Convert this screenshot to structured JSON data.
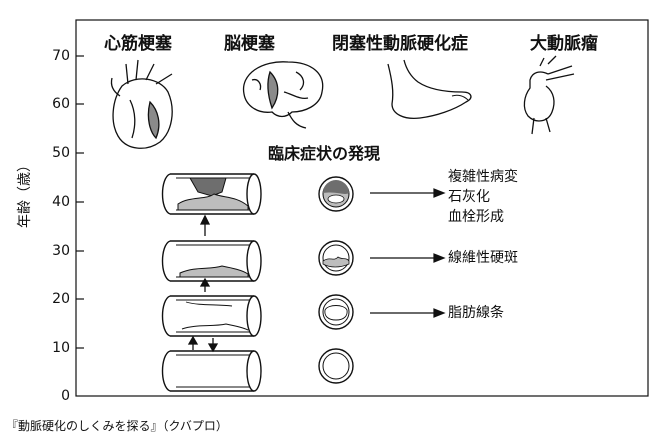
{
  "y_axis": {
    "label": "年齢（歳）",
    "ticks": [
      "70",
      "60",
      "50",
      "40",
      "30",
      "20",
      "10",
      "0"
    ]
  },
  "diseases": [
    {
      "name": "心筋梗塞",
      "icon": "heart-icon"
    },
    {
      "name": "脳梗塞",
      "icon": "brain-icon"
    },
    {
      "name": "閉塞性動脈硬化症",
      "icon": "foot-icon"
    },
    {
      "name": "大動脈瘤",
      "icon": "aorta-icon"
    }
  ],
  "clinical_onset": "臨床症状の発現",
  "stages": [
    {
      "lines": [
        "複雑性病変",
        "石灰化",
        "血栓形成"
      ]
    },
    {
      "lines": [
        "線維性硬斑"
      ]
    },
    {
      "lines": [
        "脂肪線条"
      ]
    }
  ],
  "source": "『動脈硬化のしくみを探る』（クバプロ）",
  "colors": {
    "line": "#111111",
    "plaque": "#bdbdbd",
    "thrombus": "#6e6e6e"
  }
}
